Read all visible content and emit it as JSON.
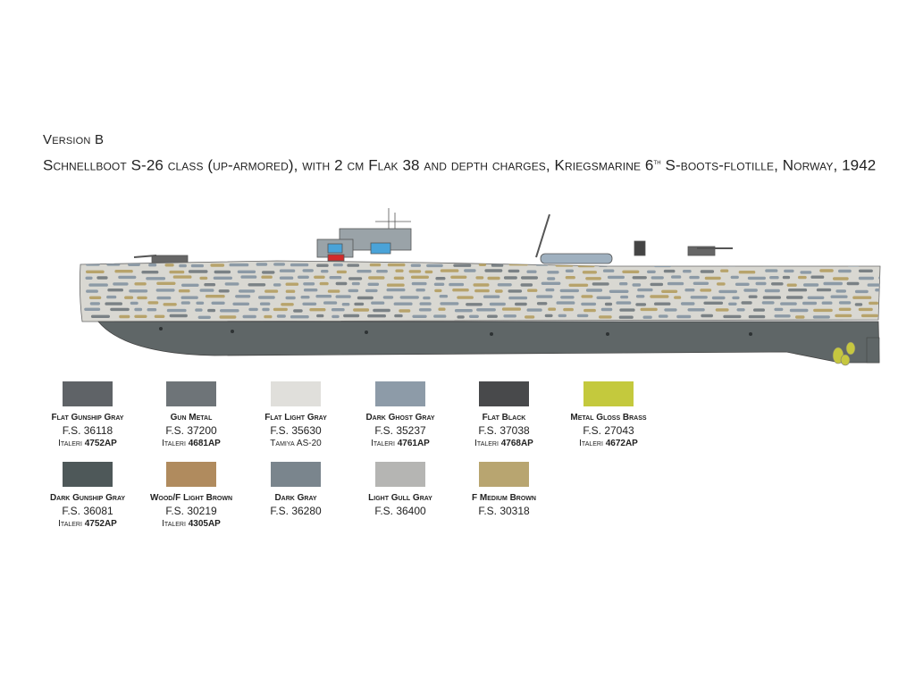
{
  "header": {
    "version": "Version B",
    "subtitle_part1": "Schnellboot S-26 class (up-armored), with 2 cm Flak 38 and depth charges, Kriegsmarine 6",
    "subtitle_sup": "th",
    "subtitle_part2": " S-boots-flotille, Norway, 1942"
  },
  "colors": {
    "hull": "#5f6667",
    "deck_base": "#d9d8d2",
    "camo_blue": "#8c9aa6",
    "camo_tan": "#b7a36b",
    "camo_gray": "#7a8185",
    "prop": "#c6c740"
  },
  "swatches": [
    {
      "name": "Flat Gunship Gray",
      "fs": "F.S. 36118",
      "brand": "Italeri",
      "num": "4752AP",
      "color": "#5f6367"
    },
    {
      "name": "Gun Metal",
      "fs": "F.S. 37200",
      "brand": "Italeri",
      "num": "4681AP",
      "color": "#6e7478"
    },
    {
      "name": "Flat Light Gray",
      "fs": "F.S. 35630",
      "brand": "Tamiya",
      "num": "AS-20",
      "color": "#e0dfdb"
    },
    {
      "name": "Dark Ghost Gray",
      "fs": "F.S. 35237",
      "brand": "Italeri",
      "num": "4761AP",
      "color": "#8d9ba8"
    },
    {
      "name": "Flat Black",
      "fs": "F.S. 37038",
      "brand": "Italeri",
      "num": "4768AP",
      "color": "#48494b"
    },
    {
      "name": "Metal Gloss Brass",
      "fs": "F.S. 27043",
      "brand": "Italeri",
      "num": "4672AP",
      "color": "#c4c93d"
    },
    {
      "name": "Dark Gunship Gray",
      "fs": "F.S. 36081",
      "brand": "Italeri",
      "num": "4752AP",
      "color": "#4e5859"
    },
    {
      "name": "Wood/F Light Brown",
      "fs": "F.S. 30219",
      "brand": "Italeri",
      "num": "4305AP",
      "color": "#b08b5e"
    },
    {
      "name": "Dark Gray",
      "fs": "F.S. 36280",
      "brand": "",
      "num": "",
      "color": "#7a858d"
    },
    {
      "name": "Light Gull Gray",
      "fs": "F.S. 36400",
      "brand": "",
      "num": "",
      "color": "#b5b5b3"
    },
    {
      "name": "F Medium Brown",
      "fs": "F.S. 30318",
      "brand": "",
      "num": "",
      "color": "#b8a570"
    }
  ]
}
